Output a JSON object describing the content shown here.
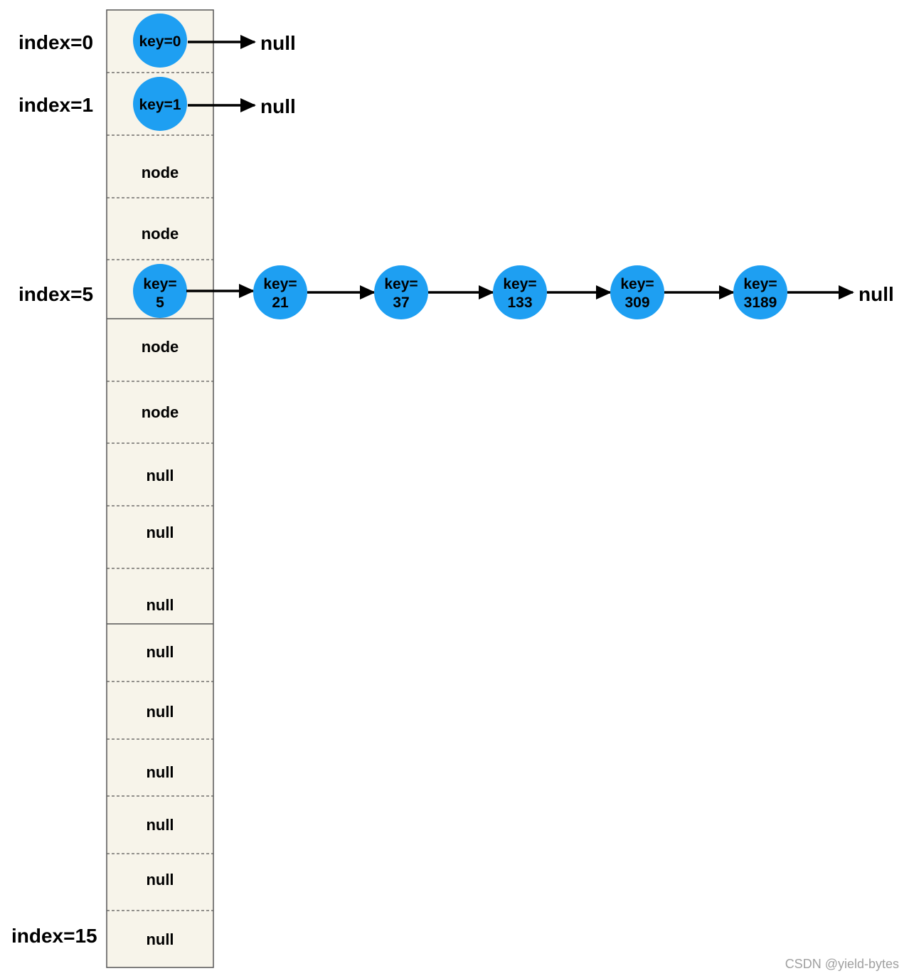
{
  "colors": {
    "bucket_fill": "#f7f4ea",
    "bucket_border": "#555555",
    "node_fill": "#1e9ff2",
    "arrow": "#000000"
  },
  "index_labels": [
    "index=0",
    "index=1",
    "index=5",
    "index=15"
  ],
  "buckets": [
    {
      "type": "node",
      "key": "key=0",
      "next": "null"
    },
    {
      "type": "node",
      "key": "key=1",
      "next": "null"
    },
    {
      "type": "text",
      "label": "node"
    },
    {
      "type": "text",
      "label": "node"
    },
    {
      "type": "node",
      "key_line1": "key=",
      "key_line2": "5"
    },
    {
      "type": "text",
      "label": "node"
    },
    {
      "type": "text",
      "label": "node"
    },
    {
      "type": "text",
      "label": "null"
    },
    {
      "type": "text",
      "label": "null"
    },
    {
      "type": "text",
      "label": "null"
    },
    {
      "type": "text",
      "label": "null"
    },
    {
      "type": "text",
      "label": "null"
    },
    {
      "type": "text",
      "label": "null"
    },
    {
      "type": "text",
      "label": "null"
    },
    {
      "type": "text",
      "label": "null"
    },
    {
      "type": "text",
      "label": "null"
    }
  ],
  "chain": {
    "nodes": [
      {
        "line1": "key=",
        "line2": "21"
      },
      {
        "line1": "key=",
        "line2": "37"
      },
      {
        "line1": "key=",
        "line2": "133"
      },
      {
        "line1": "key=",
        "line2": "309"
      },
      {
        "line1": "key=",
        "line2": "3189"
      }
    ],
    "terminal": "null"
  },
  "watermark": "CSDN @yield-bytes"
}
